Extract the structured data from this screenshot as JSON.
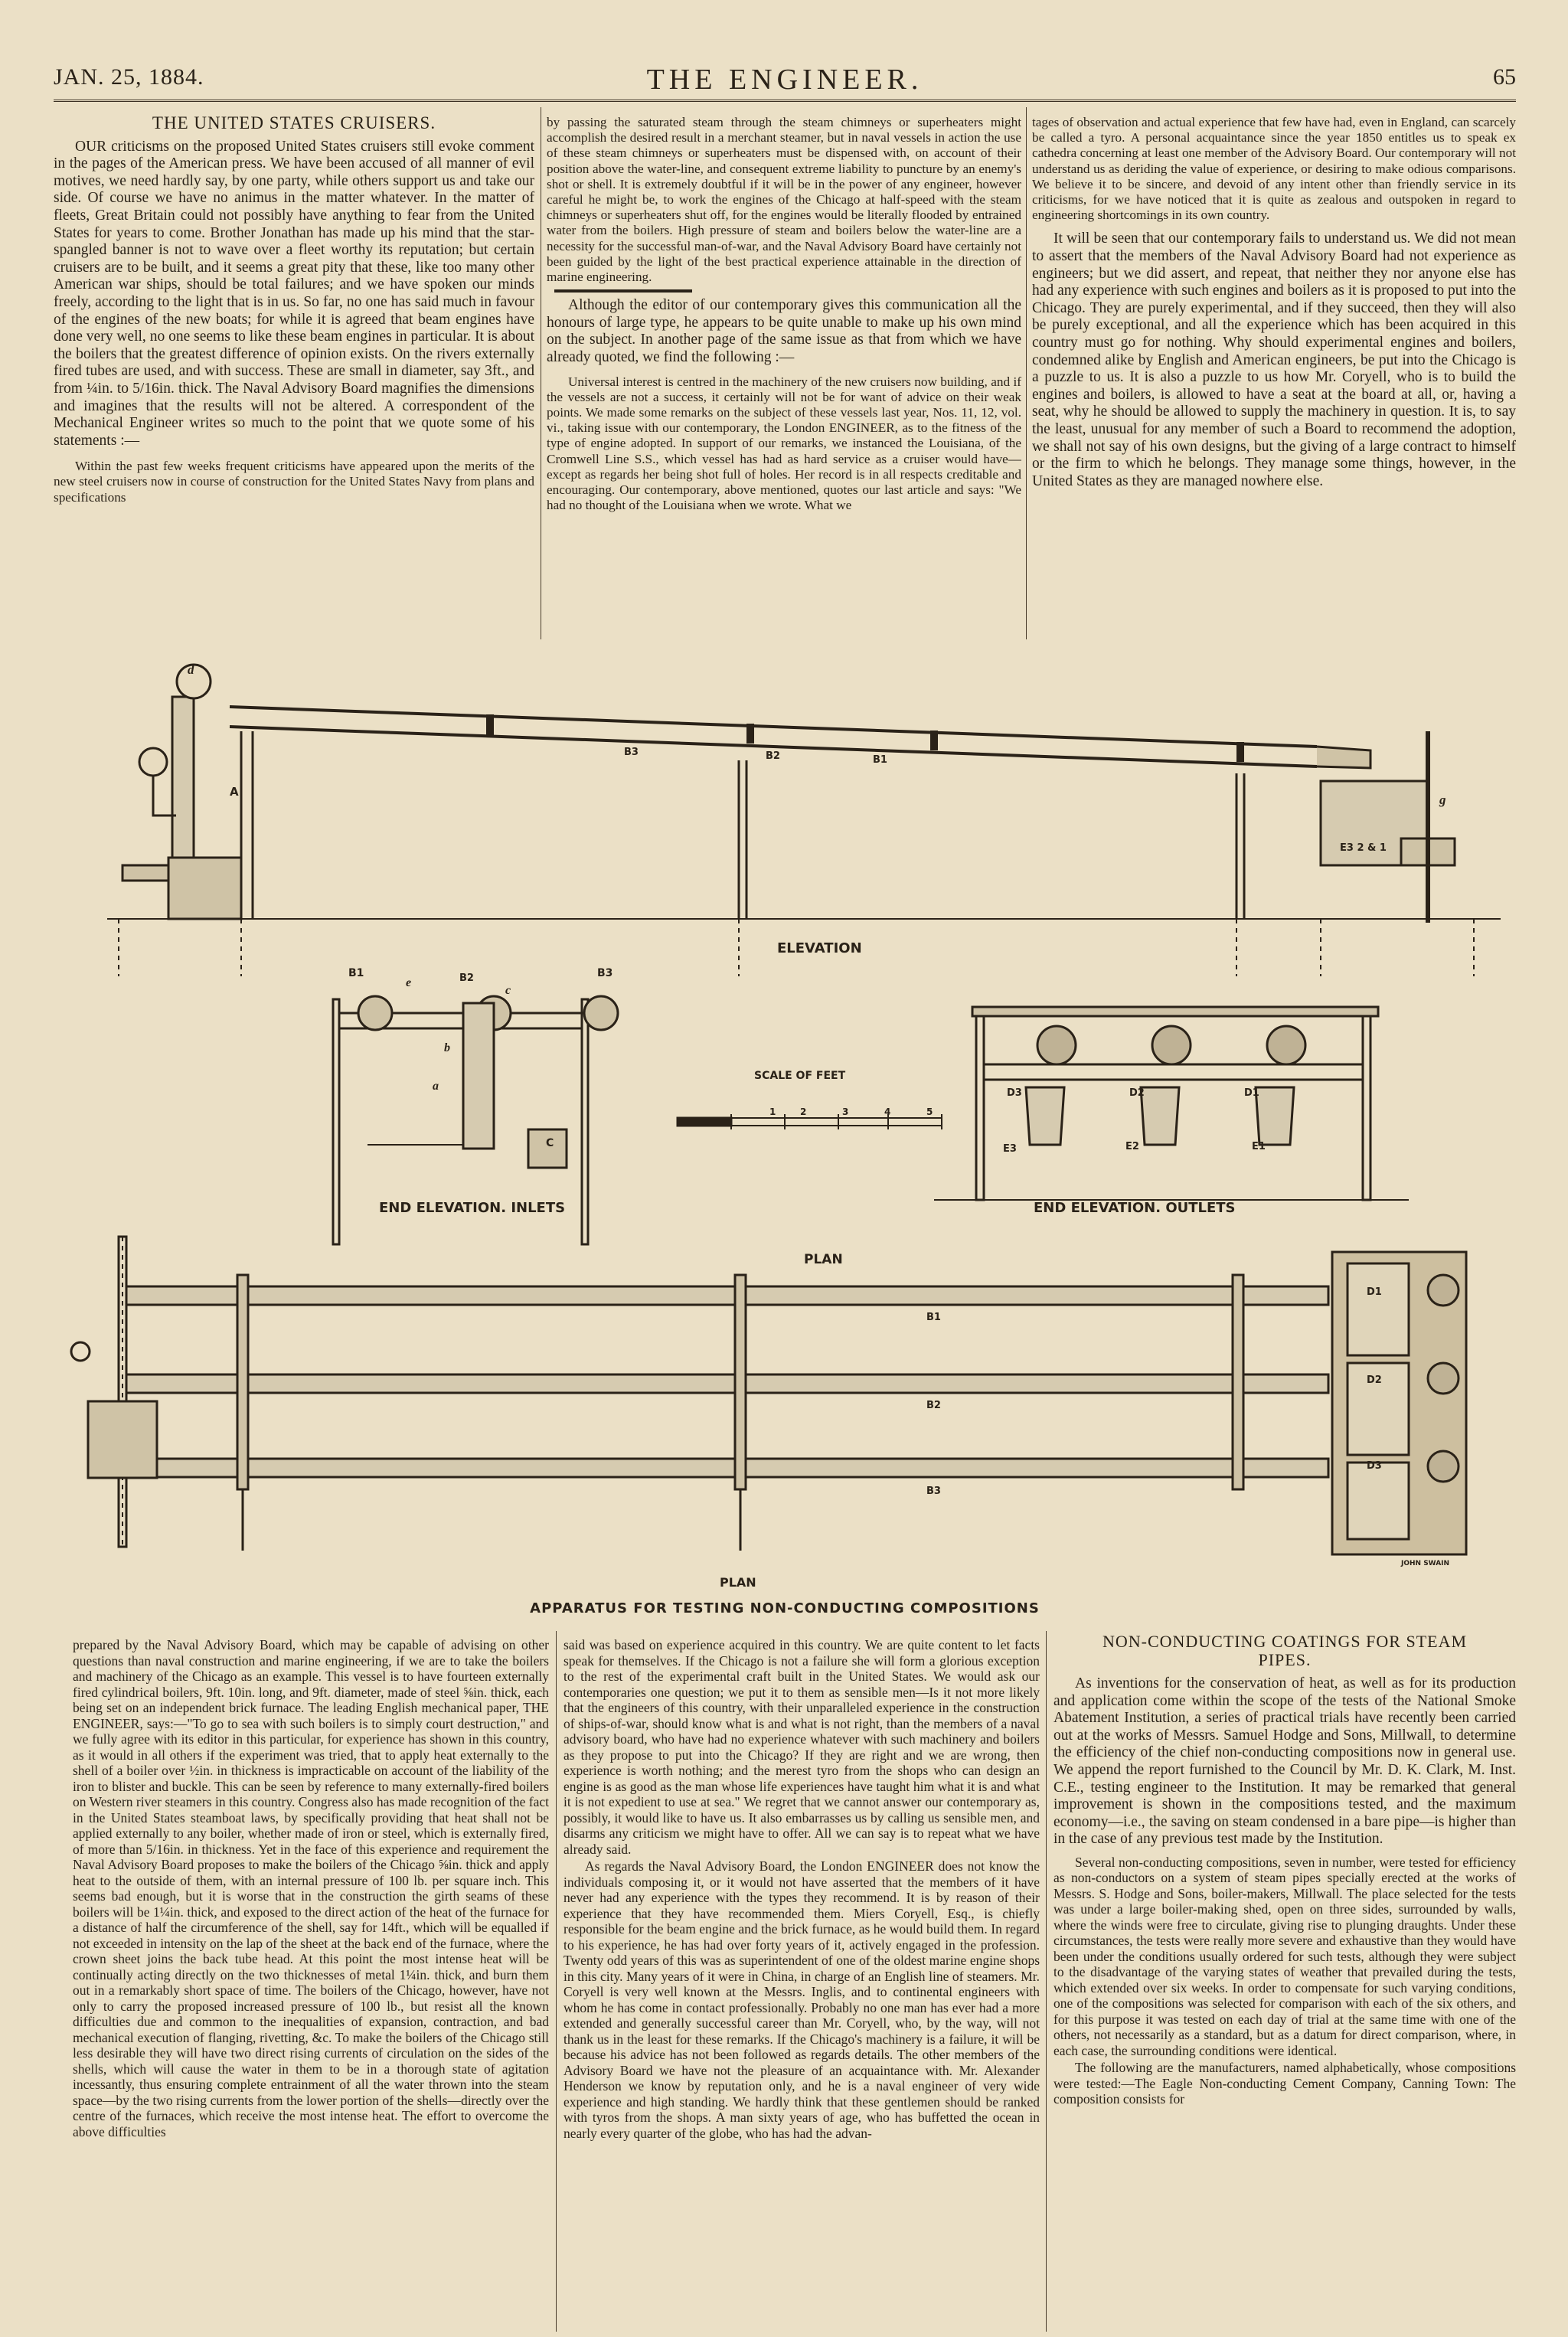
{
  "header": {
    "date": "JAN. 25, 1884.",
    "title": "THE ENGINEER.",
    "page_number": "65"
  },
  "article1": {
    "heading": "THE UNITED STATES CRUISERS.",
    "col1_paras": [
      "OUR criticisms on the proposed United States cruisers still evoke comment in the pages of the American press. We have been accused of all manner of evil motives, we need hardly say, by one party, while others support us and take our side. Of course we have no animus in the matter whatever. In the matter of fleets, Great Britain could not possibly have anything to fear from the United States for years to come. Brother Jonathan has made up his mind that the star-spangled banner is not to wave over a fleet worthy its reputation; but certain cruisers are to be built, and it seems a great pity that these, like too many other American war ships, should be total failures; and we have spoken our minds freely, according to the light that is in us. So far, no one has said much in favour of the engines of the new boats; for while it is agreed that beam engines have done very well, no one seems to like these beam engines in particular. It is about the boilers that the greatest difference of opinion exists. On the rivers externally fired tubes are used, and with success. These are small in diameter, say 3ft., and from ¼in. to 5/16in. thick. The Naval Advisory Board magnifies the dimensions and imagines that the results will not be altered. A correspondent of the Mechanical Engineer writes so much to the point that we quote some of his statements :—"
    ],
    "col1_quote": [
      "Within the past few weeks frequent criticisms have appeared upon the merits of the new steel cruisers now in course of construction for the United States Navy from plans and specifications"
    ],
    "col2_quote": [
      "by passing the saturated steam through the steam chimneys or superheaters might accomplish the desired result in a merchant steamer, but in naval vessels in action the use of these steam chimneys or superheaters must be dispensed with, on account of their position above the water-line, and consequent extreme liability to puncture by an enemy's shot or shell. It is extremely doubtful if it will be in the power of any engineer, however careful he might be, to work the engines of the Chicago at half-speed with the steam chimneys or superheaters shut off, for the engines would be literally flooded by entrained water from the boilers. High pressure of steam and boilers below the water-line are a necessity for the successful man-of-war, and the Naval Advisory Board have certainly not been guided by the light of the best practical experience attainable in the direction of marine engineering."
    ],
    "col2_paras": [
      "Although the editor of our contemporary gives this communication all the honours of large type, he appears to be quite unable to make up his own mind on the subject. In another page of the same issue as that from which we have already quoted, we find the following :—"
    ],
    "col2_quote2": [
      "Universal interest is centred in the machinery of the new cruisers now building, and if the vessels are not a success, it certainly will not be for want of advice on their weak points. We made some remarks on the subject of these vessels last year, Nos. 11, 12, vol. vi., taking issue with our contemporary, the London ENGINEER, as to the fitness of the type of engine adopted. In support of our remarks, we instanced the Louisiana, of the Cromwell Line S.S., which vessel has had as hard service as a cruiser would have—except as regards her being shot full of holes. Her record is in all respects creditable and encouraging. Our contemporary, above mentioned, quotes our last article and says: \"We had no thought of the Louisiana when we wrote. What we"
    ],
    "col3_quote": [
      "tages of observation and actual experience that few have had, even in England, can scarcely be called a tyro. A personal acquaintance since the year 1850 entitles us to speak ex cathedra concerning at least one member of the Advisory Board. Our contemporary will not understand us as deriding the value of experience, or desiring to make odious comparisons. We believe it to be sincere, and devoid of any intent other than friendly service in its criticisms, for we have noticed that it is quite as zealous and outspoken in regard to engineering shortcomings in its own country."
    ],
    "col3_paras": [
      "It will be seen that our contemporary fails to understand us. We did not mean to assert that the members of the Naval Advisory Board had not experience as engineers; but we did assert, and repeat, that neither they nor anyone else has had any experience with such engines and boilers as it is proposed to put into the Chicago. They are purely experimental, and if they succeed, then they will also be purely exceptional, and all the experience which has been acquired in this country must go for nothing. Why should experimental engines and boilers, condemned alike by English and American engineers, be put into the Chicago is a puzzle to us. It is also a puzzle to us how Mr. Coryell, who is to build the engines and boilers, is allowed to have a seat at the board at all, or, having a seat, why he should be allowed to supply the machinery in question. It is, to say the least, unusual for any member of such a Board to recommend the adoption, we shall not say of his own designs, but the giving of a large contract to himself or the firm to which he belongs. They manage some things, however, in the United States as they are managed nowhere else."
    ],
    "bottom_col1": [
      "prepared by the Naval Advisory Board, which may be capable of advising on other questions than naval construction and marine engineering, if we are to take the boilers and machinery of the Chicago as an example. This vessel is to have fourteen externally fired cylindrical boilers, 9ft. 10in. long, and 9ft. diameter, made of steel ⅝in. thick, each being set on an independent brick furnace. The leading English mechanical paper, THE ENGINEER, says:—\"To go to sea with such boilers is to simply court destruction,\" and we fully agree with its editor in this particular, for experience has shown in this country, as it would in all others if the experiment was tried, that to apply heat externally to the shell of a boiler over ½in. in thickness is impracticable on account of the liability of the iron to blister and buckle. This can be seen by reference to many externally-fired boilers on Western river steamers in this country. Congress also has made recognition of the fact in the United States steamboat laws, by specifically providing that heat shall not be applied externally to any boiler, whether made of iron or steel, which is externally fired, of more than 5/16in. in thickness. Yet in the face of this experience and requirement the Naval Advisory Board proposes to make the boilers of the Chicago ⅝in. thick and apply heat to the outside of them, with an internal pressure of 100 lb. per square inch. This seems bad enough, but it is worse that in the construction the girth seams of these boilers will be 1¼in. thick, and exposed to the direct action of the heat of the furnace for a distance of half the circumference of the shell, say for 14ft., which will be equalled if not exceeded in intensity on the lap of the sheet at the back end of the furnace, where the crown sheet joins the back tube head. At this point the most intense heat will be continually acting directly on the two thicknesses of metal 1¼in. thick, and burn them out in a remarkably short space of time. The boilers of the Chicago, however, have not only to carry the proposed increased pressure of 100 lb., but resist all the known difficulties due and common to the inequalities of expansion, contraction, and bad mechanical execution of flanging, rivetting, &c. To make the boilers of the Chicago still less desirable they will have two direct rising currents of circulation on the sides of the shells, which will cause the water in them to be in a thorough state of agitation incessantly, thus ensuring complete entrainment of all the water thrown into the steam space—by the two rising currents from the lower portion of the shells—directly over the centre of the furnaces, which receive the most intense heat. The effort to overcome the above difficulties"
    ],
    "bottom_col2": [
      "said was based on experience acquired in this country. We are quite content to let facts speak for themselves. If the Chicago is not a failure she will form a glorious exception to the rest of the experimental craft built in the United States. We would ask our contemporaries one question; we put it to them as sensible men—Is it not more likely that the engineers of this country, with their unparalleled experience in the construction of ships-of-war, should know what is and what is not right, than the members of a naval advisory board, who have had no experience whatever with such machinery and boilers as they propose to put into the Chicago? If they are right and we are wrong, then experience is worth nothing; and the merest tyro from the shops who can design an engine is as good as the man whose life experiences have taught him what it is and what it is not expedient to use at sea.\" We regret that we cannot answer our contemporary as, possibly, it would like to have us. It also embarrasses us by calling us sensible men, and disarms any criticism we might have to offer. All we can say is to repeat what we have already said.",
      "As regards the Naval Advisory Board, the London ENGINEER does not know the individuals composing it, or it would not have asserted that the members of it have never had any experience with the types they recommend. It is by reason of their experience that they have recommended them. Miers Coryell, Esq., is chiefly responsible for the beam engine and the brick furnace, as he would build them. In regard to his experience, he has had over forty years of it, actively engaged in the profession. Twenty odd years of this was as superintendent of one of the oldest marine engine shops in this city. Many years of it were in China, in charge of an English line of steamers. Mr. Coryell is very well known at the Messrs. Inglis, and to continental engineers with whom he has come in contact professionally. Probably no one man has ever had a more extended and generally successful career than Mr. Coryell, who, by the way, will not thank us in the least for these remarks. If the Chicago's machinery is a failure, it will be because his advice has not been followed as regards details. The other members of the Advisory Board we have not the pleasure of an acquaintance with. Mr. Alexander Henderson we know by reputation only, and he is a naval engineer of very wide experience and high standing. We hardly think that these gentlemen should be ranked with tyros from the shops. A man sixty years of age, who has buffetted the ocean in nearly every quarter of the globe, who has had the advan-"
    ]
  },
  "article2": {
    "heading": "NON-CONDUCTING COATINGS FOR STEAM PIPES.",
    "paras": [
      "As inventions for the conservation of heat, as well as for its production and application come within the scope of the tests of the National Smoke Abatement Institution, a series of practical trials have recently been carried out at the works of Messrs. Samuel Hodge and Sons, Millwall, to determine the efficiency of the chief non-conducting compositions now in general use. We append the report furnished to the Council by Mr. D. K. Clark, M. Inst. C.E., testing engineer to the Institution. It may be remarked that general improvement is shown in the compositions tested, and the maximum economy—i.e., the saving on steam condensed in a bare pipe—is higher than in the case of any previous test made by the Institution."
    ],
    "small_paras": [
      "Several non-conducting compositions, seven in number, were tested for efficiency as non-conductors on a system of steam pipes specially erected at the works of Messrs. S. Hodge and Sons, boiler-makers, Millwall. The place selected for the tests was under a large boiler-making shed, open on three sides, surrounded by walls, where the winds were free to circulate, giving rise to plunging draughts. Under these circumstances, the tests were really more severe and exhaustive than they would have been under the conditions usually ordered for such tests, although they were subject to the disadvantage of the varying states of weather that prevailed during the tests, which extended over six weeks. In order to compensate for such varying conditions, one of the compositions was selected for comparison with each of the six others, and for this purpose it was tested on each day of trial at the same time with one of the others, not necessarily as a standard, but as a datum for direct comparison, where, in each case, the surrounding conditions were identical.",
      "The following are the manufacturers, named alphabetically, whose compositions were tested:—The Eagle Non-conducting Cement Company, Canning Town: The composition consists for"
    ]
  },
  "figure": {
    "caption": "APPARATUS FOR TESTING NON-CONDUCTING COMPOSITIONS",
    "elevation_label": "ELEVATION",
    "end_inlets_label": "END ELEVATION. INLETS",
    "end_outlets_label": "END ELEVATION. OUTLETS",
    "plan_top_label": "PLAN",
    "plan_bottom_label": "PLAN",
    "scale_label": "SCALE OF FEET",
    "scale_ticks": [
      "1",
      "2",
      "3",
      "4",
      "5"
    ],
    "pipe_labels": {
      "b3": "B3",
      "b2": "B2",
      "b1": "B1"
    },
    "end_labels": {
      "b1": "B1",
      "b2": "B2",
      "b3": "B3"
    },
    "outlet_labels": {
      "d1": "D1",
      "d2": "D2",
      "d3": "D3",
      "e1": "E1",
      "e2": "E2",
      "e3": "E3"
    },
    "elev_tank_label": "E3 2 & 1",
    "plan_labels": {
      "b1": "B1",
      "b2": "B2",
      "b3": "B3",
      "d1": "D1",
      "d2": "D2",
      "d3": "D3"
    },
    "engraver": "JOHN SWAIN",
    "letters": {
      "a": "a",
      "b": "b",
      "c": "c",
      "d": "d",
      "e": "e",
      "g": "g",
      "A": "A",
      "C": "C"
    }
  }
}
